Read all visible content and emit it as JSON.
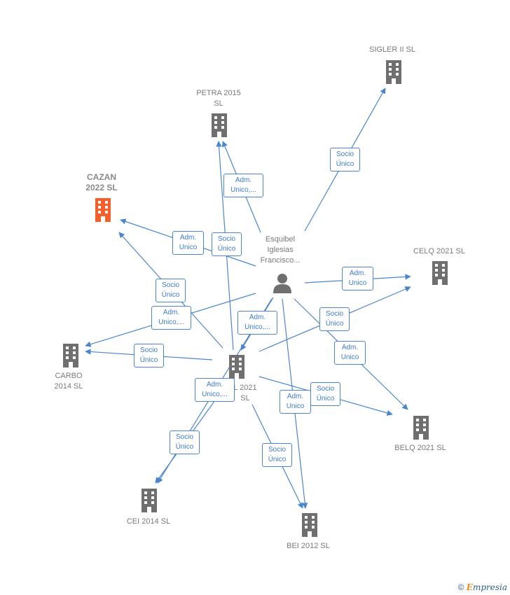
{
  "person": {
    "label": "Esquibel\nIglesias\nFrancisco..."
  },
  "nodes": {
    "sigler": "SIGLER II SL",
    "petra": "PETRA 2015\nSL",
    "cazan": "CAZAN\n2022  SL",
    "celq": "CELQ 2021  SL",
    "carbo": "CARBO\n2014  SL",
    "center": "L 2021\nSL",
    "belq": "BELQ 2021  SL",
    "cei": "CEI 2014  SL",
    "bei": "BEI 2012 SL"
  },
  "edges": {
    "e1": "Socio\nÚnico",
    "e2": "Adm.\nUnico,...",
    "e3": "Adm.\nUnico",
    "e4": "Socio\nÚnico",
    "e5": "Socio\nÚnico",
    "e6": "Adm.\nUnico",
    "e7": "Adm.\nUnico,...",
    "e8": "Adm.\nUnico,...",
    "e9": "Socio\nÚnico",
    "e10": "Socio\nÚnico",
    "e11": "Adm.\nUnico",
    "e12": "Adm.\nUnico,...",
    "e13": "Socio\nÚnico",
    "e14": "Adm.\nUnico",
    "e15": "Socio\nÚnico",
    "e16": "Socio\nÚnico"
  },
  "colors": {
    "edge": "#4a86d0",
    "building": "#6f6f6f",
    "highlight": "#f4602a"
  },
  "footer": {
    "copyright": "©",
    "brand_initial": "E",
    "brand_rest": "mpresia"
  }
}
